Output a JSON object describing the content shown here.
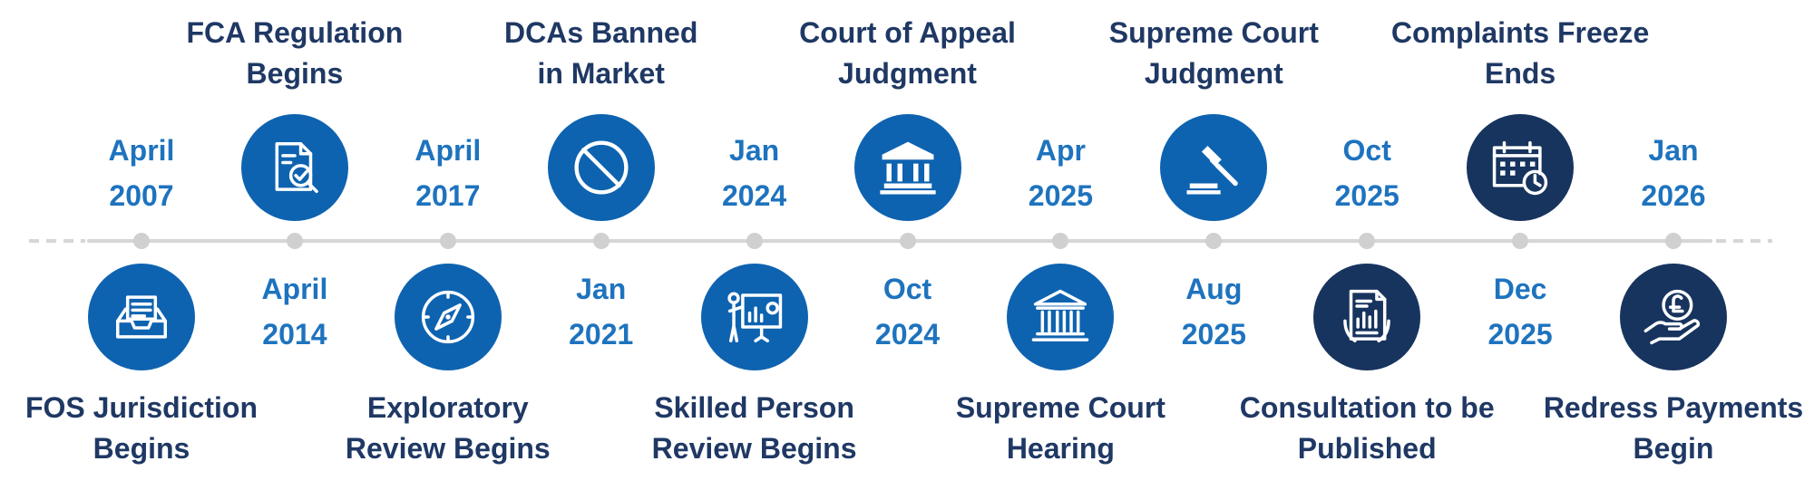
{
  "milestones": [
    {
      "date": "April\n2007",
      "title": "FOS Jurisdiction\nBegins",
      "icon": "inbox-document-icon",
      "icon_color": "#0e63b0"
    },
    {
      "date": "April\n2014",
      "title": "FCA Regulation\nBegins",
      "icon": "document-search-icon",
      "icon_color": "#0e63b0"
    },
    {
      "date": "April\n2017",
      "title": "Exploratory\nReview Begins",
      "icon": "compass-icon",
      "icon_color": "#0e63b0"
    },
    {
      "date": "Jan\n2021",
      "title": "DCAs Banned\nin Market",
      "icon": "prohibited-icon",
      "icon_color": "#0e63b0"
    },
    {
      "date": "Jan\n2024",
      "title": "Skilled Person\nReview Begins",
      "icon": "presentation-icon",
      "icon_color": "#0e63b0"
    },
    {
      "date": "Oct\n2024",
      "title": "Court of Appeal\nJudgment",
      "icon": "courthouse-icon",
      "icon_color": "#0e63b0"
    },
    {
      "date": "Apr\n2025",
      "title": "Supreme Court\nHearing",
      "icon": "courthouse-outline-icon",
      "icon_color": "#0e63b0"
    },
    {
      "date": "Aug\n2025",
      "title": "Supreme Court\nJudgment",
      "icon": "gavel-icon",
      "icon_color": "#0e63b0"
    },
    {
      "date": "Oct\n2025",
      "title": "Consultation to be\nPublished",
      "icon": "report-document-icon",
      "icon_color": "#17345e"
    },
    {
      "date": "Dec\n2025",
      "title": "Complaints Freeze\nEnds",
      "icon": "calendar-clock-icon",
      "icon_color": "#17345e"
    },
    {
      "date": "Jan\n2026",
      "title": "Redress Payments\nBegin",
      "icon": "hand-pound-coin-icon",
      "icon_color": "#17345e"
    }
  ]
}
